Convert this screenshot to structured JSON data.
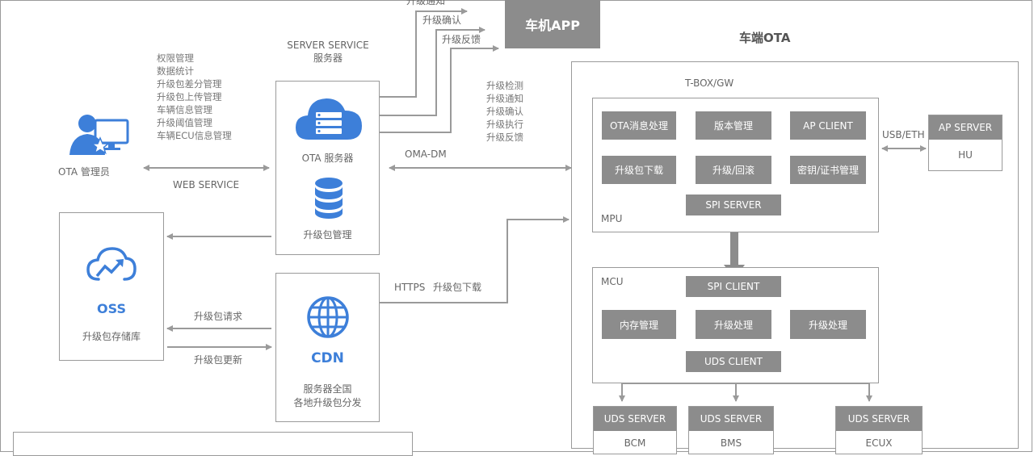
{
  "app": {
    "title": "车机APP"
  },
  "vehicle_ota": {
    "title": "车端OTA"
  },
  "admin": {
    "label": "OTA 管理员",
    "functions": [
      "权限管理",
      "数据统计",
      "升级包差分管理",
      "升级包上传管理",
      "车辆信息管理",
      "升级阈值管理",
      "车辆ECU信息管理"
    ]
  },
  "server": {
    "title_en": "SERVER SERVICE",
    "title_cn": "服务器",
    "ota_label": "OTA 服务器",
    "pkg_label": "升级包管理"
  },
  "app_links": [
    "升级通知",
    "升级确认",
    "升级反馈"
  ],
  "oma_labels": [
    "升级检测",
    "升级通知",
    "升级确认",
    "升级执行",
    "升级反馈"
  ],
  "protocols": {
    "oma": "OMA-DM",
    "web": "WEB SERVICE",
    "https": "HTTPS",
    "https_label": "升级包下载"
  },
  "oss": {
    "title": "OSS",
    "label": "升级包存储库",
    "request": "升级包请求",
    "update": "升级包更新"
  },
  "cdn": {
    "title": "CDN",
    "line1": "服务器全国",
    "line2": "各地升级包分发"
  },
  "tbox": {
    "title": "T-BOX/GW",
    "mpu": "MPU",
    "mpu_items": [
      "OTA消息处理",
      "版本管理",
      "AP CLIENT",
      "升级包下载",
      "升级/回滚",
      "密钥/证书管理"
    ],
    "spi_server": "SPI SERVER",
    "mcu": "MCU",
    "spi_client": "SPI CLIENT",
    "mcu_items": [
      "内存管理",
      "升级处理",
      "升级处理"
    ],
    "uds_client": "UDS CLIENT"
  },
  "ap_server": {
    "link": "USB/ETH",
    "title": "AP SERVER",
    "sub": "HU"
  },
  "uds_servers": [
    {
      "title": "UDS SERVER",
      "sub": "BCM"
    },
    {
      "title": "UDS SERVER",
      "sub": "BMS"
    },
    {
      "title": "UDS SERVER",
      "sub": "ECUX"
    }
  ],
  "colors": {
    "gray_box": "#8c8c8c",
    "line": "#9a9a9a",
    "accent_blue": "#3d7fd9"
  }
}
